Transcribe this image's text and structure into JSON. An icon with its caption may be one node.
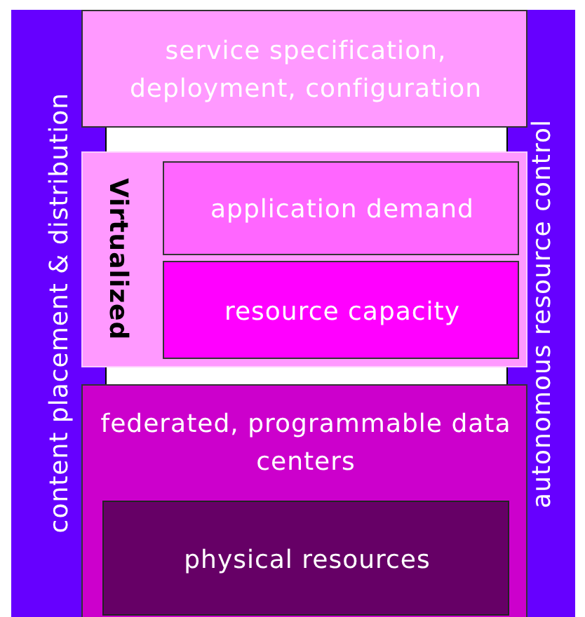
{
  "diagram": {
    "nodes": [
      {
        "text": [
          "content placement & distribution"
        ]
      },
      {
        "text": [
          "service specification, deployment, configuration"
        ]
      },
      {
        "text": [
          "Virtualized"
        ]
      },
      {
        "text": [
          "application demand"
        ],
        "in": 2
      },
      {
        "text": [
          "resource capacity"
        ],
        "in": 2
      },
      {
        "text": [
          "federated, programmable data centers"
        ]
      },
      {
        "text": [
          "physical resources"
        ],
        "in": 5
      },
      {
        "text": [
          "autonomous resource control"
        ]
      }
    ]
  }
}
